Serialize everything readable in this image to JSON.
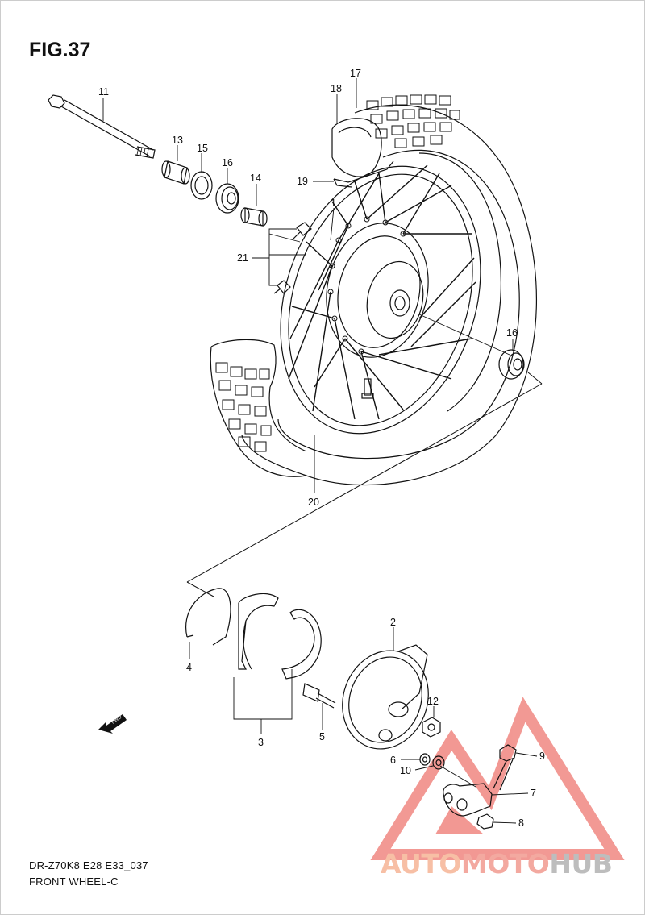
{
  "figure": {
    "title": "FIG.37",
    "code": "DR-Z70K8 E28 E33_037",
    "name": "FRONT WHEEL-C"
  },
  "labels": {
    "l1": "1",
    "l2": "2",
    "l3": "3",
    "l4": "4",
    "l5": "5",
    "l6": "6",
    "l7": "7",
    "l8": "8",
    "l9": "9",
    "l10": "10",
    "l11": "11",
    "l12": "12",
    "l13": "13",
    "l14": "14",
    "l15": "15",
    "l16a": "16",
    "l16b": "16",
    "l17": "17",
    "l18": "18",
    "l19": "19",
    "l20": "20",
    "l21": "21"
  },
  "fwd_badge": "FWD",
  "watermark": {
    "part1": "AUTO",
    "part2": "MOTO",
    "part3": "HUB"
  },
  "colors": {
    "line": "#111111",
    "watermark_red": "#e8453c",
    "watermark_orange": "#f7bfa5"
  }
}
